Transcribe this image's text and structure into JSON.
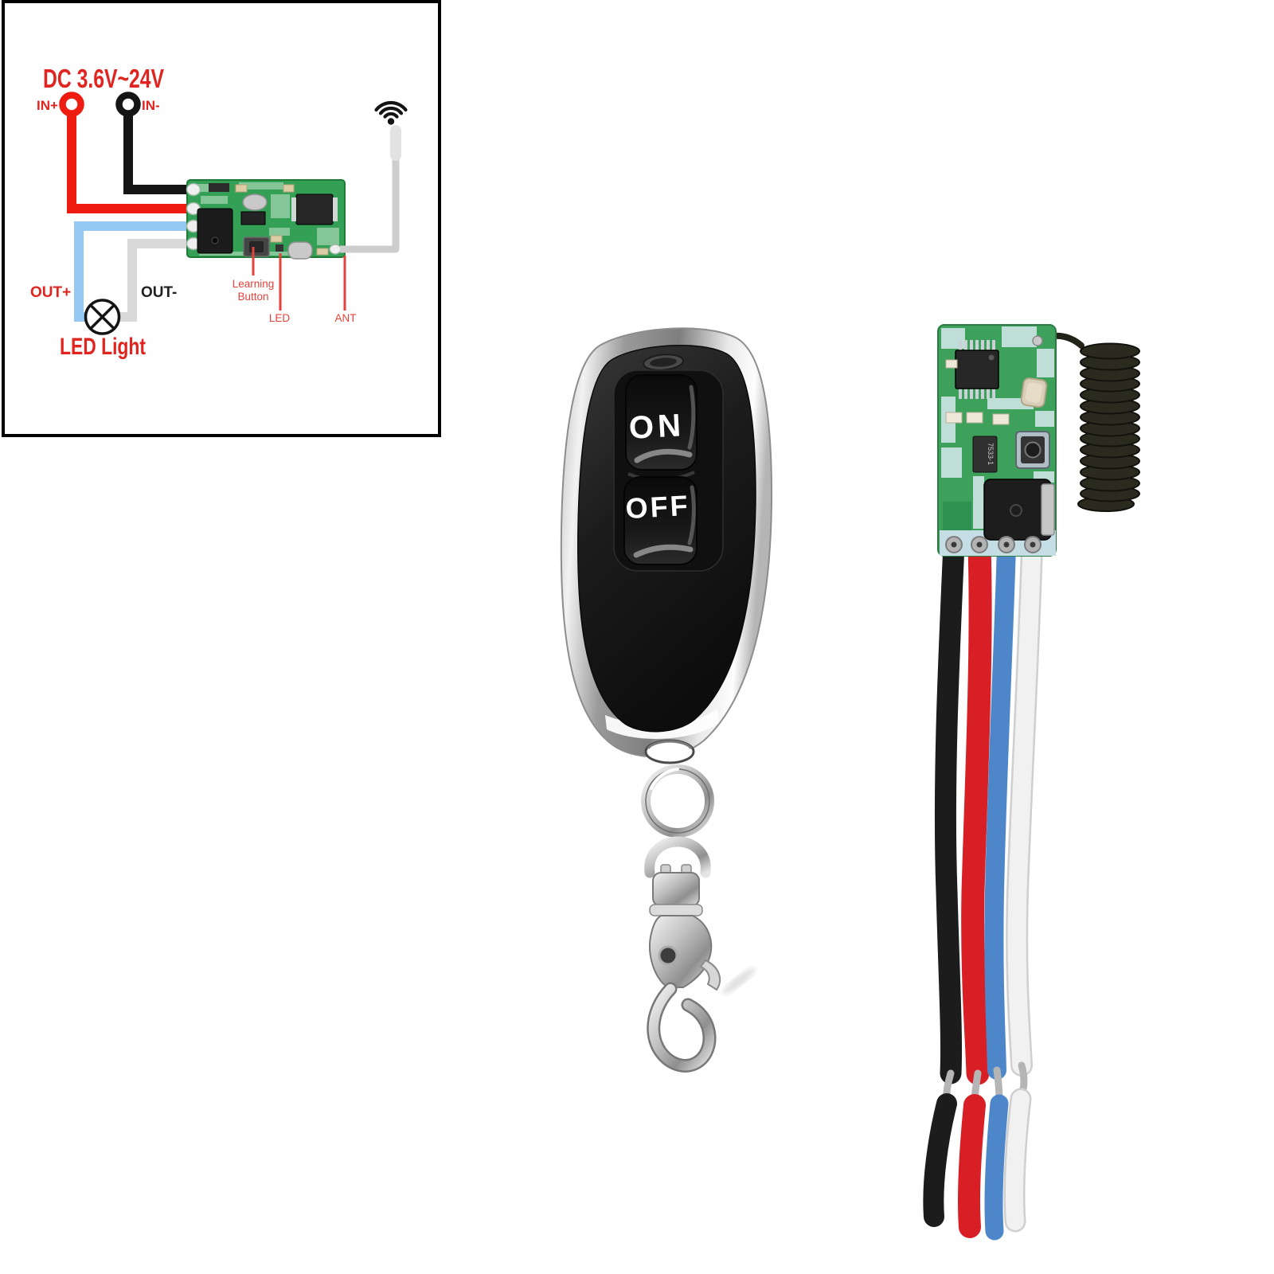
{
  "wiring_diagram": {
    "title": "DC 3.6V~24V",
    "labels": {
      "in_plus": "IN+",
      "in_minus": "IN-",
      "out_plus": "OUT+",
      "out_minus": "OUT-",
      "lamp": "LED Light",
      "learning_line1": "Learning",
      "learning_line2": "Button",
      "led": "LED",
      "ant": "ANT"
    },
    "colors": {
      "label_red": "#e02420",
      "callout_red": "#e4423c",
      "wire_red": "#ed1b10",
      "wire_black": "#151515",
      "wire_blue": "#95c8f3",
      "wire_gray": "#d9d9d9",
      "antenna_gray": "#cdcdcd",
      "pcb_green": "#33a055",
      "out_minus_dark": "#1f1f1f"
    }
  },
  "remote": {
    "button_on_label": "ON",
    "button_off_label": "OFF"
  },
  "receiver": {
    "regulator_marking": "7533-1",
    "colors": {
      "board_green": "#3ea15b",
      "pad_strip": "#c5dde4",
      "wire_black": "#1c1c1c",
      "wire_red": "#d81f26",
      "wire_blue": "#4e87c9",
      "wire_white": "#f1f1f1",
      "wire_white_edge": "#cfcfcf",
      "stripped_metal": "#b5b5b5",
      "coil_dark": "#2a2a1f"
    }
  }
}
